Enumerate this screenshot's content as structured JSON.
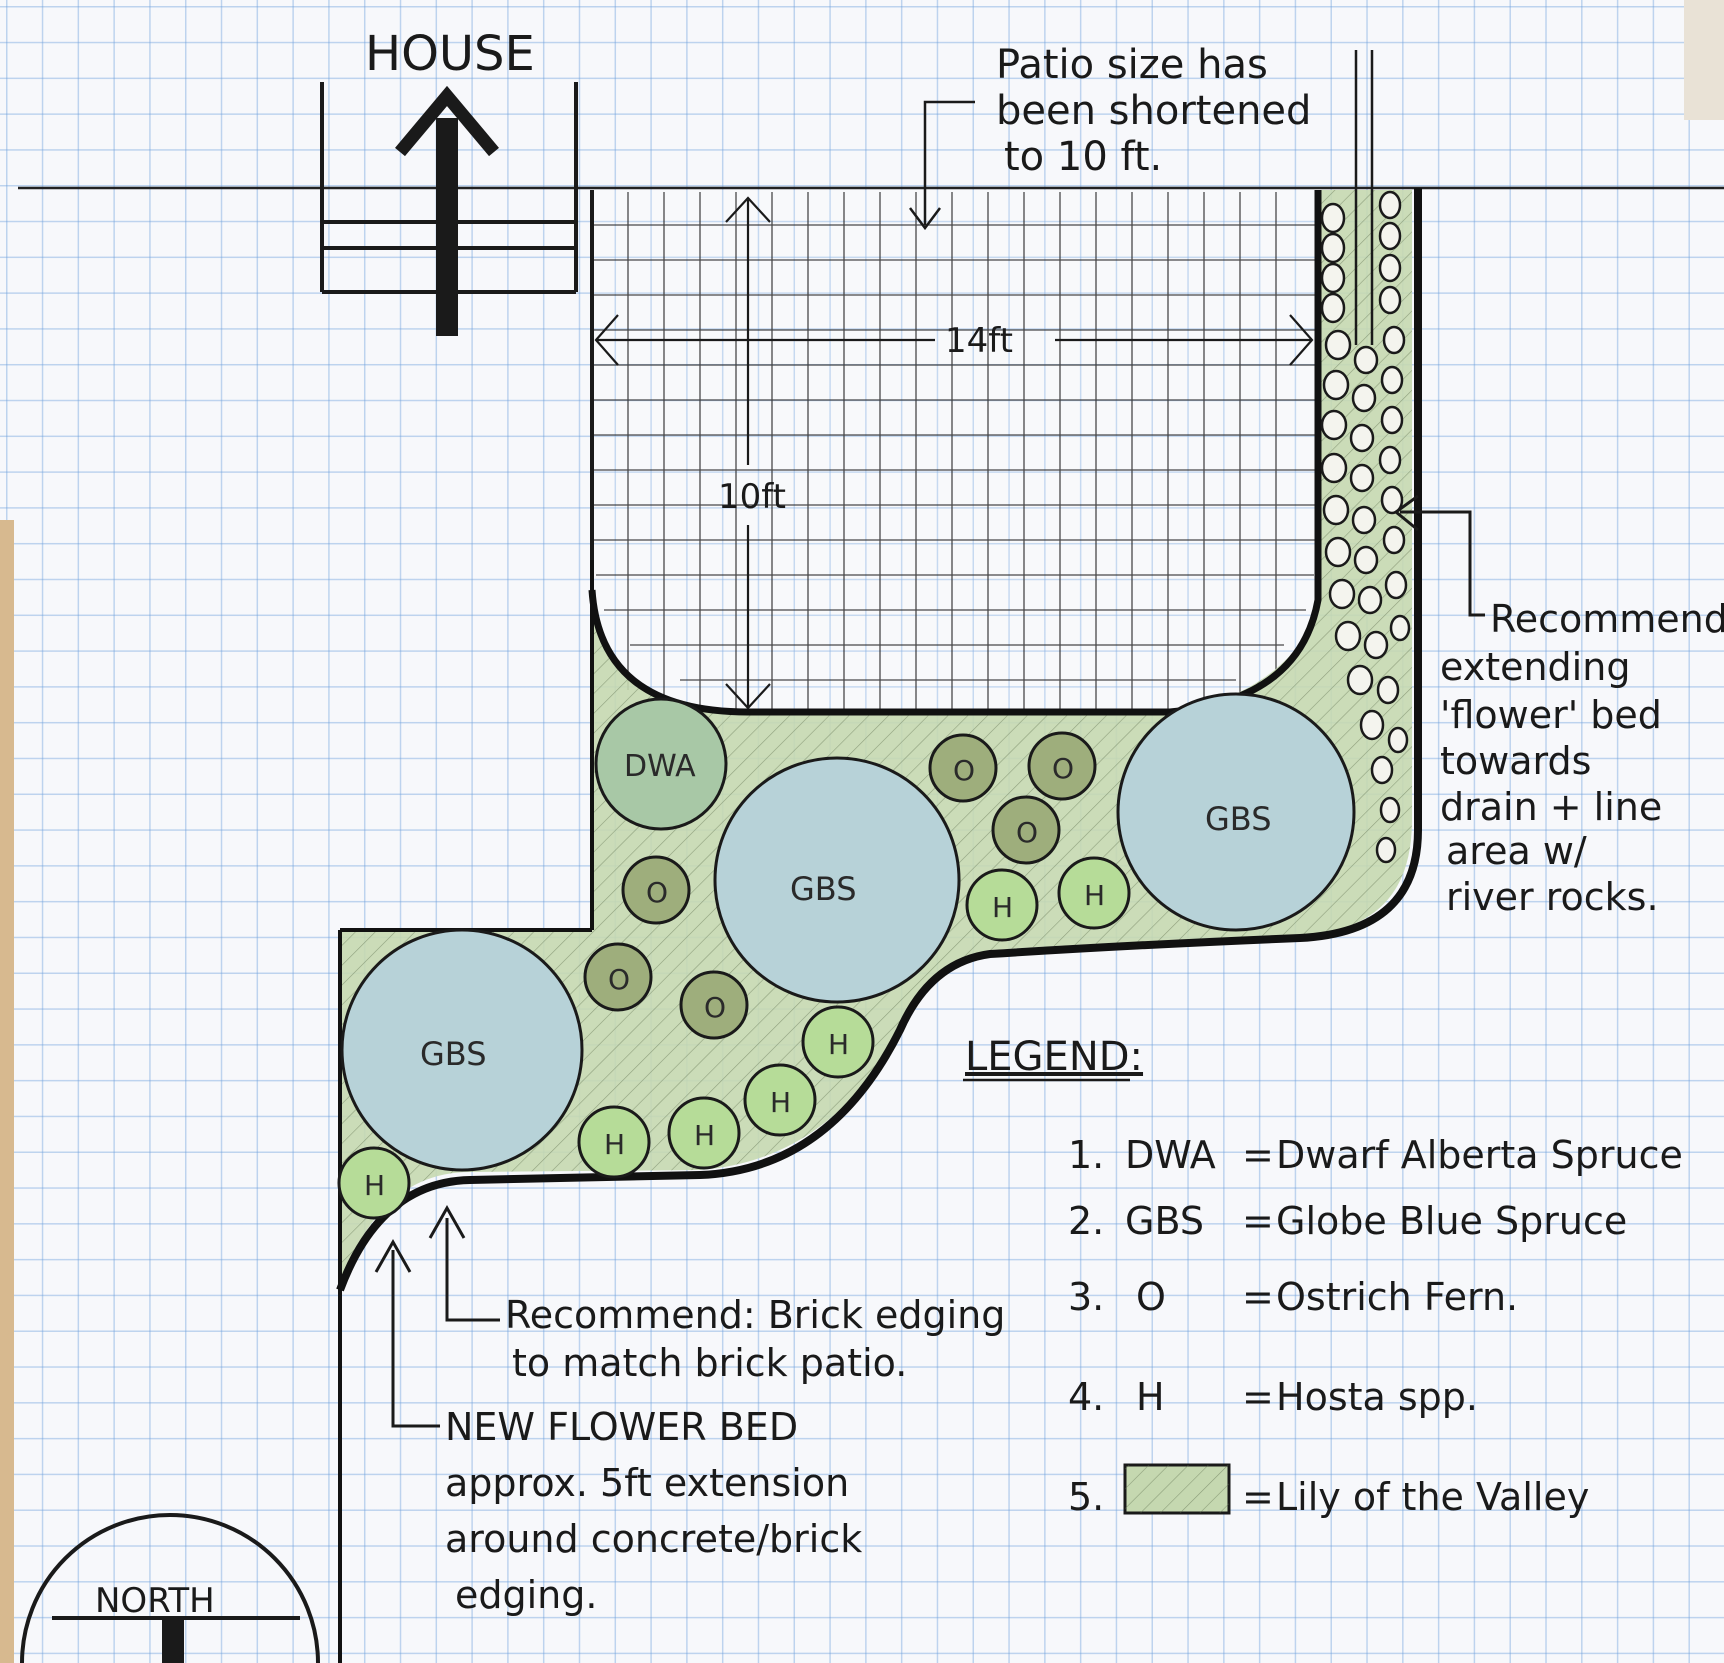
{
  "title": "HOUSE",
  "compass": {
    "label": "NORTH"
  },
  "notes": {
    "patio_size": [
      "Patio size has",
      "been shortened",
      "to 10 ft."
    ],
    "drain": [
      "Recommend:",
      "extending",
      "'flower' bed",
      "towards",
      "drain + line",
      "area w/",
      "river rocks."
    ],
    "edging": [
      "Recommend: Brick edging",
      "to match brick patio."
    ],
    "new_bed": [
      "NEW FLOWER BED",
      "approx. 5ft extension",
      "around concrete/brick",
      "edging."
    ]
  },
  "dimensions": {
    "width": "14ft",
    "depth": "10ft"
  },
  "plants": {
    "dwa": "DWA",
    "gbs": "GBS",
    "fern": "O",
    "hosta": "H"
  },
  "legend": {
    "heading": "LEGEND:",
    "items": [
      {
        "num": "1.",
        "code": "DWA",
        "eq": "=",
        "name": "Dwarf Alberta Spruce"
      },
      {
        "num": "2.",
        "code": "GBS",
        "eq": "=",
        "name": "Globe Blue Spruce"
      },
      {
        "num": "3.",
        "code": "O",
        "eq": "=",
        "name": "Ostrich Fern."
      },
      {
        "num": "4.",
        "code": "H",
        "eq": "=",
        "name": "Hosta spp."
      },
      {
        "num": "5.",
        "code": "",
        "eq": "=",
        "name": "Lily of the Valley"
      }
    ]
  },
  "colors": {
    "ink": "#1a1a1a",
    "bed_fill": "#c5d8b0",
    "gbs_fill": "#b7d2d8",
    "dwa_fill": "#a8c8a6",
    "fern_fill": "#9eae7c",
    "hosta_fill": "#b6dc98"
  }
}
